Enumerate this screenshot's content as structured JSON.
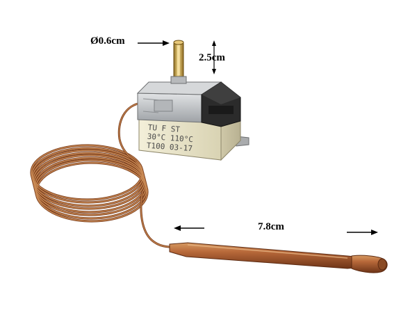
{
  "image": {
    "background": "#ffffff",
    "subject": "capillary-thermostat"
  },
  "dimensions": {
    "shaft_diameter": "Ø0.6cm",
    "shaft_height": "2.5cm",
    "bulb_length": "7.8cm"
  },
  "housing_markings": {
    "line1": "TU F ST",
    "line2": "30°C 110°C",
    "line3": "T100  03-17"
  },
  "colors": {
    "copper": "#b8693a",
    "copper_dark": "#7a3c1a",
    "brass": "#c9a24a",
    "housing": "#e8e3c8",
    "metal_frame": "#c5c7c9",
    "terminal_block": "#2b2b2b"
  }
}
